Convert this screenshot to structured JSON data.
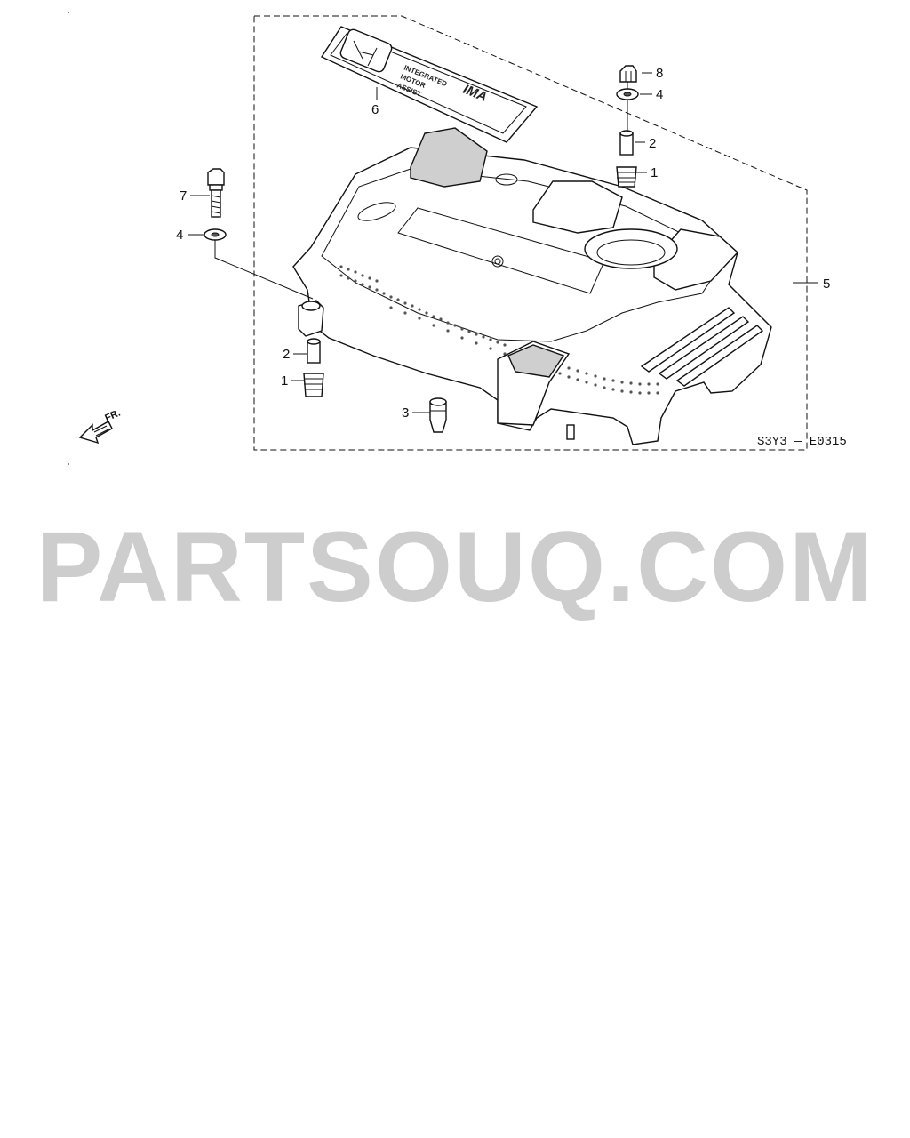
{
  "callouts": {
    "c1_right": "1",
    "c2_right": "2",
    "c4_right": "4",
    "c8": "8",
    "c5": "5",
    "c6": "6",
    "c7": "7",
    "c4_left": "4",
    "c2_left": "2",
    "c1_left": "1",
    "c3": "3"
  },
  "diagram_code": "S3Y3 — E0315",
  "front_indicator": "FR.",
  "emblem": {
    "line1": "INTEGRATED",
    "line2": "MOTOR",
    "line3": "ASSIST",
    "badge": "IMA"
  },
  "watermark": "PARTSOUQ.COM",
  "colors": {
    "line": "#111111",
    "watermark": "#cdcdcd",
    "shade": "#cfcfcf"
  }
}
